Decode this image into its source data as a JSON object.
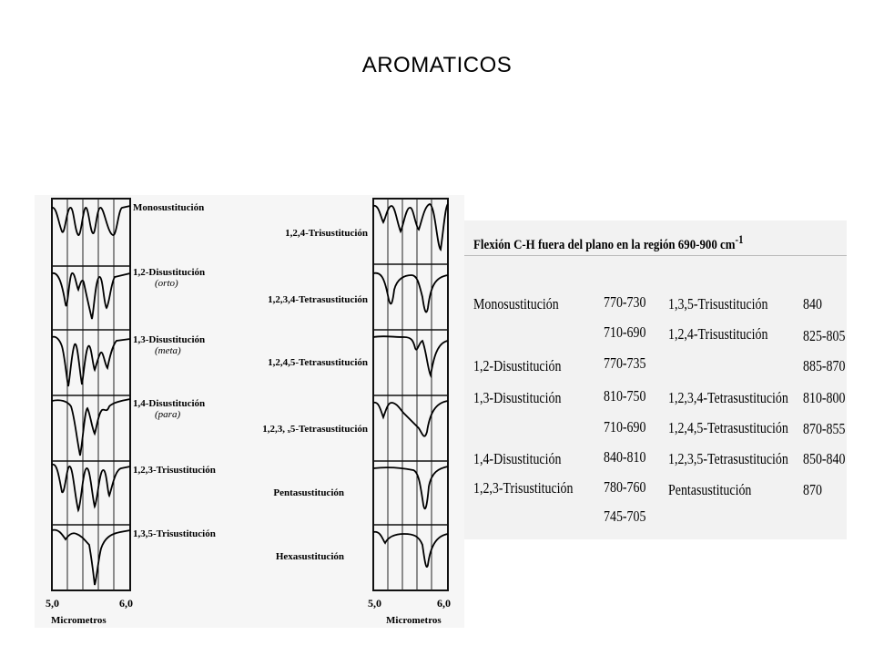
{
  "title": "AROMATICOS",
  "left_chart": {
    "labels": [
      "Monosustitución",
      "1,2-Disustitución",
      "(orto)",
      "1,3-Disustitución",
      "(meta)",
      "1,4-Disustitución",
      "(para)",
      "1,2,3-Trisustitución",
      "1,3,5-Trisustitución"
    ],
    "x_ticks": [
      "5,0",
      "6,0"
    ],
    "x_label": "Micrometros"
  },
  "middle_chart": {
    "labels": [
      "1,2,4-Trisustitución",
      "1,2,3,4-Tetrasustitución",
      "1,2,4,5-Tetrasustitución",
      "1,2,3, ₓ5-Tetrasustitución",
      "Pentasustitución",
      "Hexasustitución"
    ],
    "x_ticks": [
      "5,0",
      "6,0"
    ],
    "x_label": "Micrometros"
  },
  "table": {
    "header": "Flexión C-H fuera del plano en la región 690-900 cm",
    "header_sup": "-1",
    "rows_left": [
      {
        "name": "Monosustitución",
        "value": "770-730"
      },
      {
        "name": "",
        "value": "710-690"
      },
      {
        "name": "1,2-Disustitución",
        "value": "770-735"
      },
      {
        "name": "1,3-Disustitución",
        "value": "810-750"
      },
      {
        "name": "",
        "value": "710-690"
      },
      {
        "name": "1,4-Disustitución",
        "value": "840-810"
      },
      {
        "name": "1,2,3-Trisustitución",
        "value": "780-760"
      },
      {
        "name": "",
        "value": "745-705"
      }
    ],
    "rows_right": [
      {
        "name": "1,3,5-Trisustitución",
        "value": "840"
      },
      {
        "name": "1,2,4-Trisustitución",
        "value": "825-805"
      },
      {
        "name": "",
        "value": "885-870"
      },
      {
        "name": "1,2,3,4-Tetrasustitución",
        "value": "810-800"
      },
      {
        "name": "1,2,4,5-Tetrasustitución",
        "value": "870-855"
      },
      {
        "name": "1,2,3,5-Tetrasustitución",
        "value": "850-840"
      },
      {
        "name": "Pentasustitución",
        "value": "870"
      }
    ]
  }
}
